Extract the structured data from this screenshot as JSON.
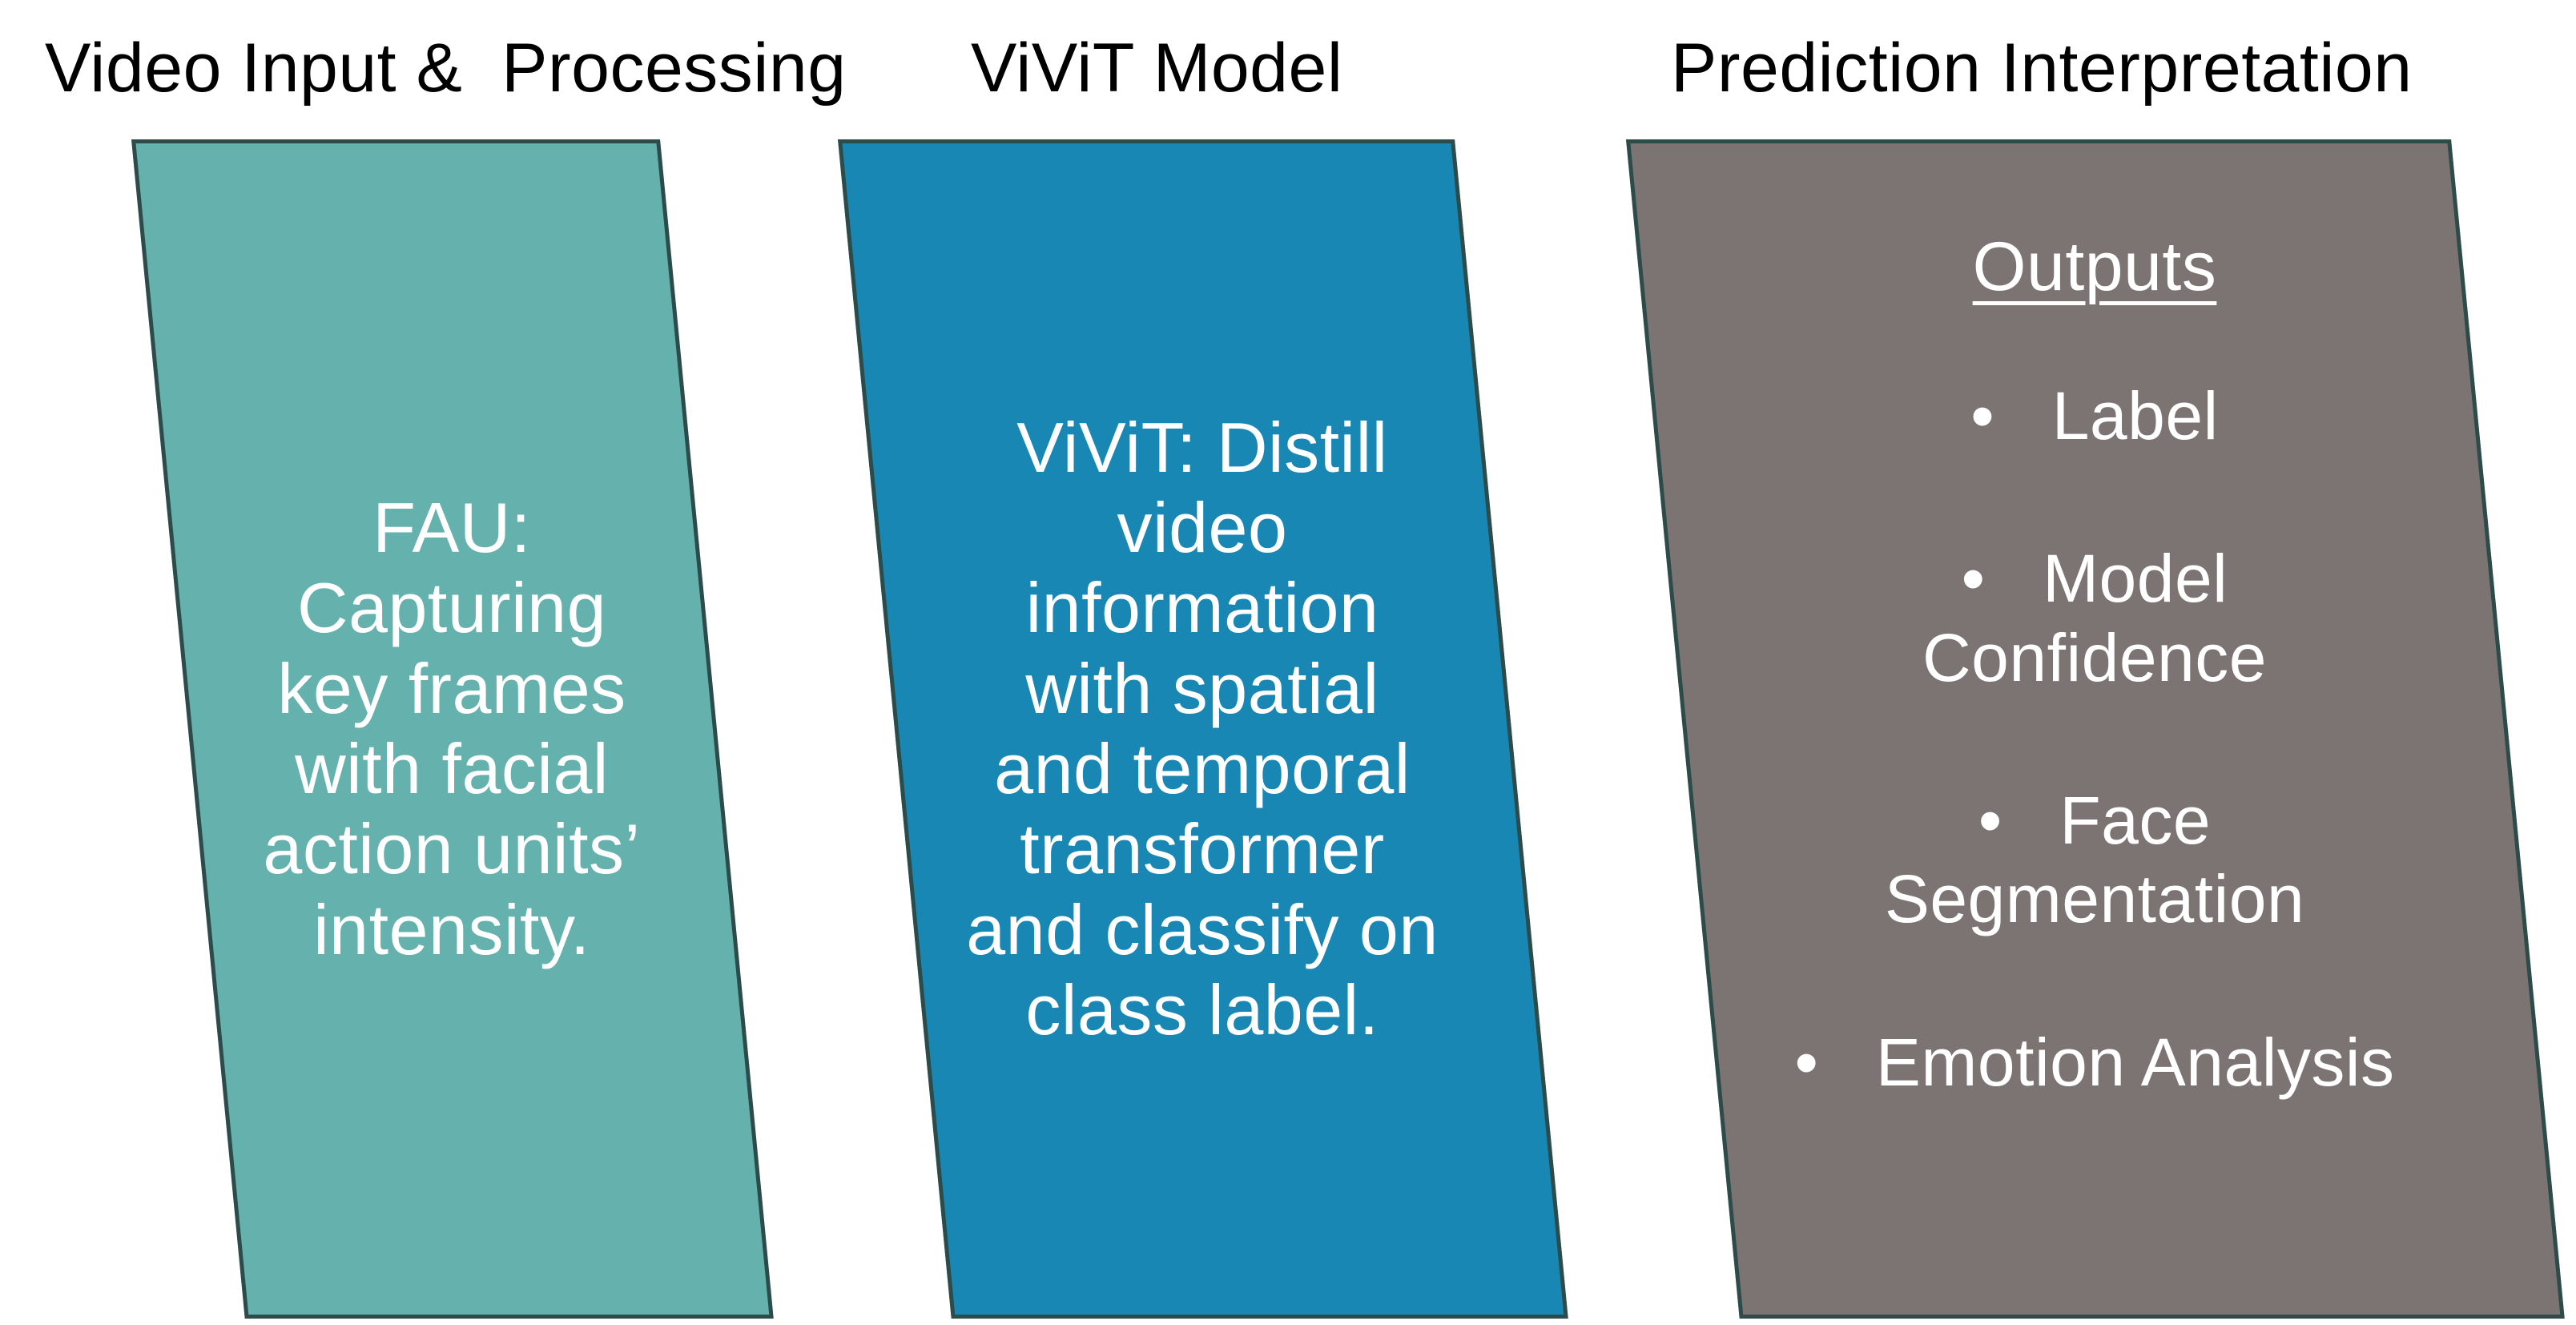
{
  "colors": {
    "background": "#ffffff",
    "heading": "#000000",
    "panel_text": "#ffffff",
    "border": "#2d4b49",
    "teal": "#65b1ad",
    "blue": "#1987b3",
    "gray": "#7c7472"
  },
  "columns": [
    {
      "header": "Video Input &  Processing",
      "body": "FAU:\nCapturing\nkey frames\nwith facial\naction units’\nintensity."
    },
    {
      "header": "ViViT Model",
      "body": "ViViT: Distill\nvideo\ninformation\nwith spatial\nand temporal\ntransformer\nand classify on\nclass label."
    },
    {
      "header": "Prediction Interpretation",
      "outputs_title": "Outputs",
      "bullets": [
        "•   Label",
        "•   Model\nConfidence",
        "•   Face\nSegmentation",
        "•   Emotion Analysis"
      ]
    }
  ]
}
